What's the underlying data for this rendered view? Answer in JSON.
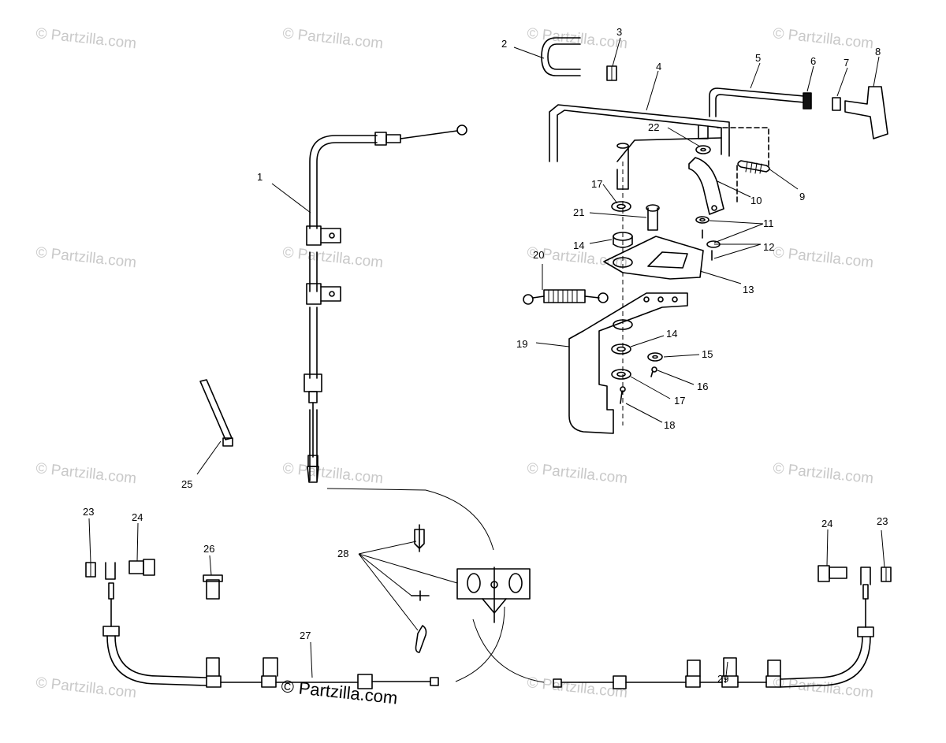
{
  "watermark": "© Partzilla.com",
  "brand": "© Partzilla.com",
  "callouts": {
    "c1": "1",
    "c2": "2",
    "c3": "3",
    "c4": "4",
    "c5": "5",
    "c6": "6",
    "c7": "7",
    "c8": "8",
    "c9": "9",
    "c10": "10",
    "c11": "11",
    "c12": "12",
    "c13": "13",
    "c14a": "14",
    "c14b": "14",
    "c15": "15",
    "c16": "16",
    "c17a": "17",
    "c17b": "17",
    "c18": "18",
    "c19": "19",
    "c20": "20",
    "c21": "21",
    "c22": "22",
    "c23a": "23",
    "c23b": "23",
    "c24a": "24",
    "c24b": "24",
    "c25": "25",
    "c26": "26",
    "c27": "27",
    "c28": "28",
    "c29": "29"
  }
}
